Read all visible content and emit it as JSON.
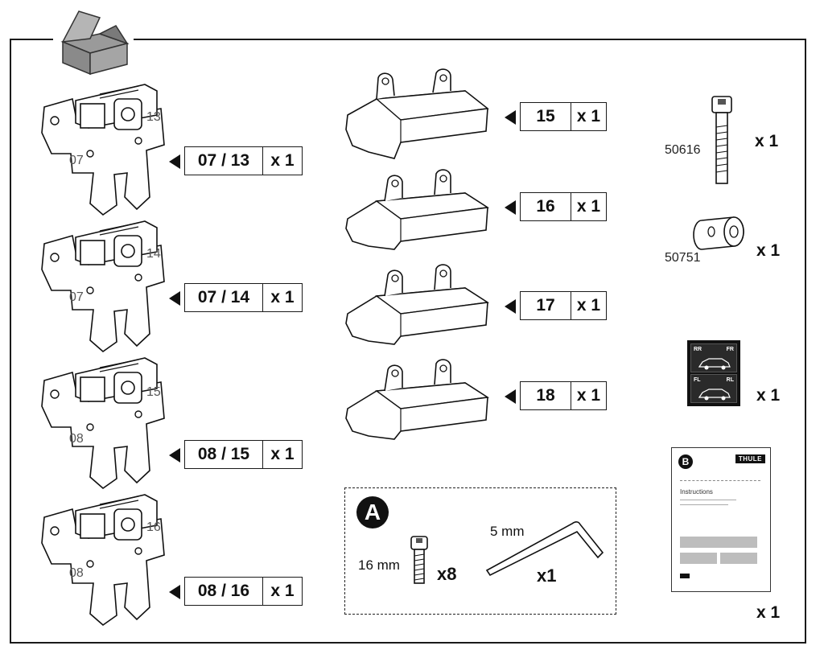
{
  "brackets": [
    {
      "left_number": "07",
      "right_number": "13",
      "code": "07 / 13",
      "qty": "x 1"
    },
    {
      "left_number": "07",
      "right_number": "14",
      "code": "07 / 14",
      "qty": "x 1"
    },
    {
      "left_number": "08",
      "right_number": "15",
      "code": "08 / 15",
      "qty": "x 1"
    },
    {
      "left_number": "08",
      "right_number": "16",
      "code": "08 / 16",
      "qty": "x 1"
    }
  ],
  "pads": [
    {
      "code": "15",
      "qty": "x 1"
    },
    {
      "code": "16",
      "qty": "x 1"
    },
    {
      "code": "17",
      "qty": "x 1"
    },
    {
      "code": "18",
      "qty": "x 1"
    }
  ],
  "kit_a": {
    "badge": "A",
    "screw_size": "16 mm",
    "screw_qty": "x8",
    "key_size": "5 mm",
    "key_qty": "x1"
  },
  "spare_parts": {
    "screw": {
      "part_number": "50616",
      "qty": "x 1"
    },
    "sleeve": {
      "part_number": "50751",
      "qty": "x 1"
    },
    "sticker": {
      "qty": "x 1",
      "top_left": "RR",
      "top_right": "FR",
      "bottom_left": "FL",
      "bottom_right": "RL"
    }
  },
  "manual": {
    "badge": "B",
    "brand": "THULE",
    "title": "Instructions",
    "qty": "x 1"
  }
}
